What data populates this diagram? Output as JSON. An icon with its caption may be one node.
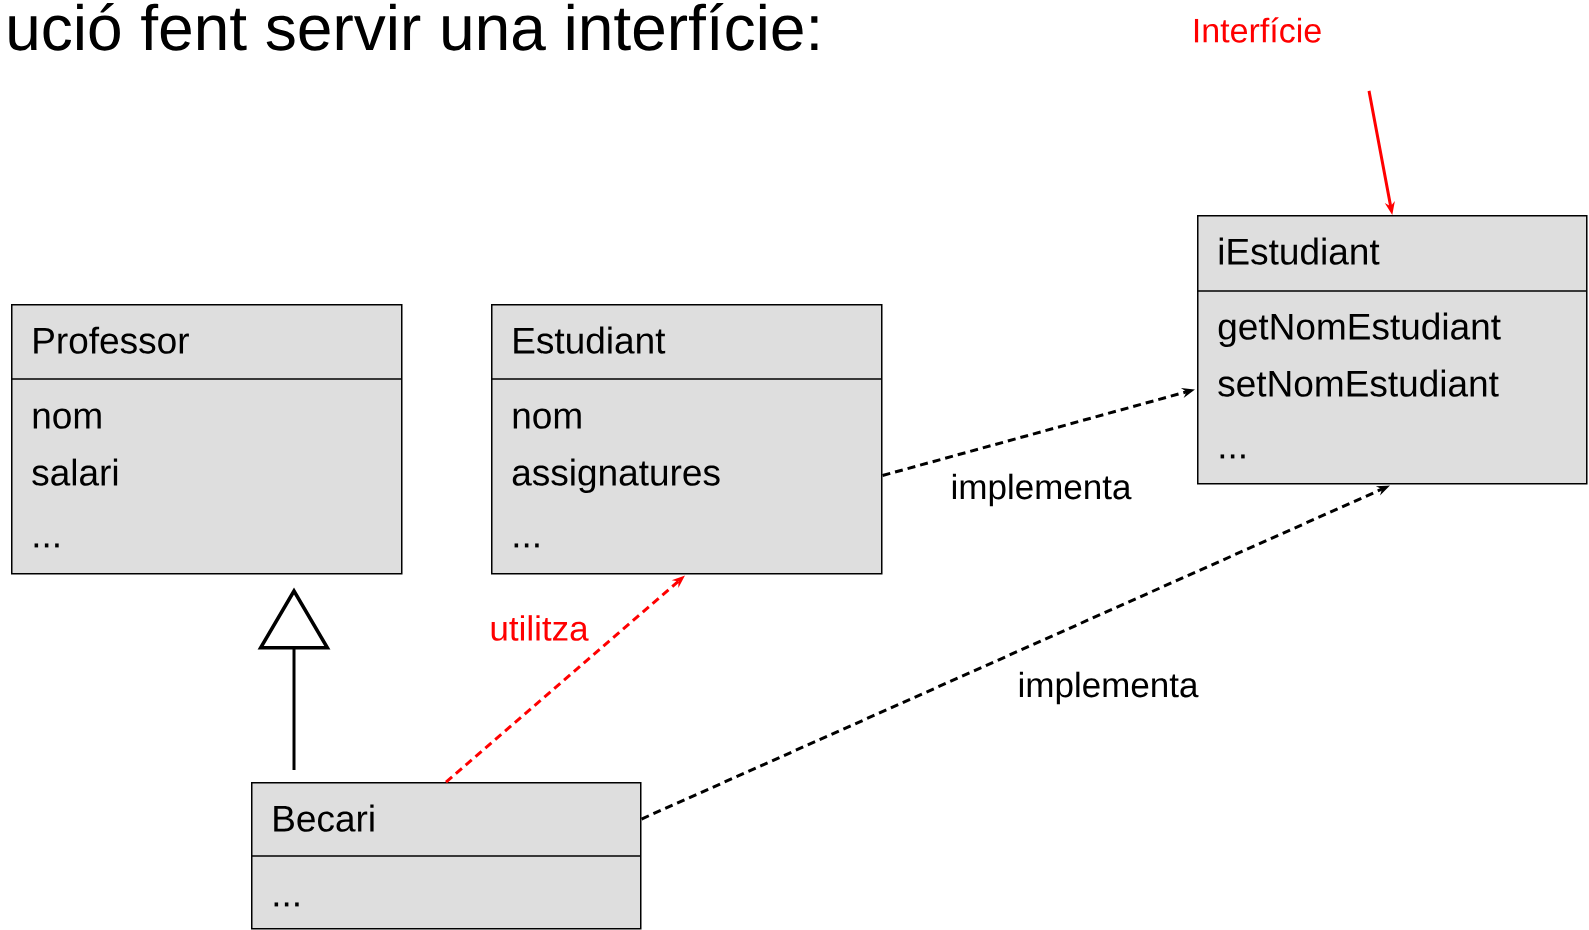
{
  "diagram": {
    "title": "ució fent servir una interfície:",
    "nodes": [
      {
        "text": [
          "Interfície"
        ]
      },
      {
        "text": [
          "Professor",
          "nom",
          "salari",
          "..."
        ]
      },
      {
        "text": [
          "Estudiant",
          "nom",
          "assignatures",
          "..."
        ]
      },
      {
        "text": [
          "iEstudiant",
          "getNomEstudiant",
          "setNomEstudiant",
          "..."
        ]
      },
      {
        "text": [
          "Becari",
          "..."
        ]
      }
    ],
    "edges": [
      {
        "from": 0,
        "to": 3,
        "arrow": "to",
        "color": "#ff0000"
      },
      {
        "from": 4,
        "to": 1,
        "arrow": "to"
      },
      {
        "from": 2,
        "to": 3,
        "arrow": "to",
        "style": "dashed",
        "label": "implementa"
      },
      {
        "from": 4,
        "to": 2,
        "arrow": "to",
        "style": "dashed",
        "color": "#ff0000",
        "label": "utilitza"
      },
      {
        "from": 4,
        "to": 3,
        "arrow": "to",
        "style": "dashed",
        "label": "implementa"
      }
    ]
  }
}
